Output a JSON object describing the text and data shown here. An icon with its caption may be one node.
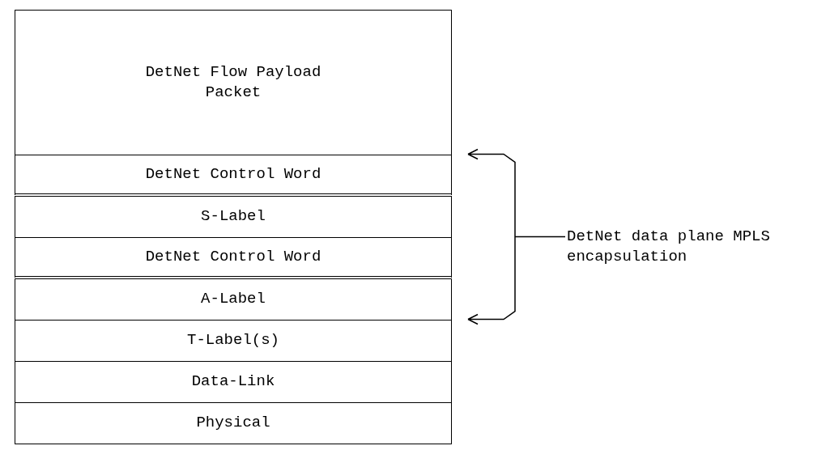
{
  "diagram": {
    "nodes": [
      {
        "text": [
          "DetNet Flow Payload Packet"
        ]
      },
      {
        "text": [
          "DetNet Control Word"
        ]
      },
      {
        "text": [
          "S-Label"
        ]
      },
      {
        "text": [
          "DetNet Control Word"
        ]
      },
      {
        "text": [
          "A-Label"
        ]
      },
      {
        "text": [
          "T-Label(s)"
        ]
      },
      {
        "text": [
          "Data-Link"
        ]
      },
      {
        "text": [
          "Physical"
        ]
      }
    ],
    "edges": [],
    "labels": [
      "DetNet data plane MPLS encapsulation"
    ]
  }
}
